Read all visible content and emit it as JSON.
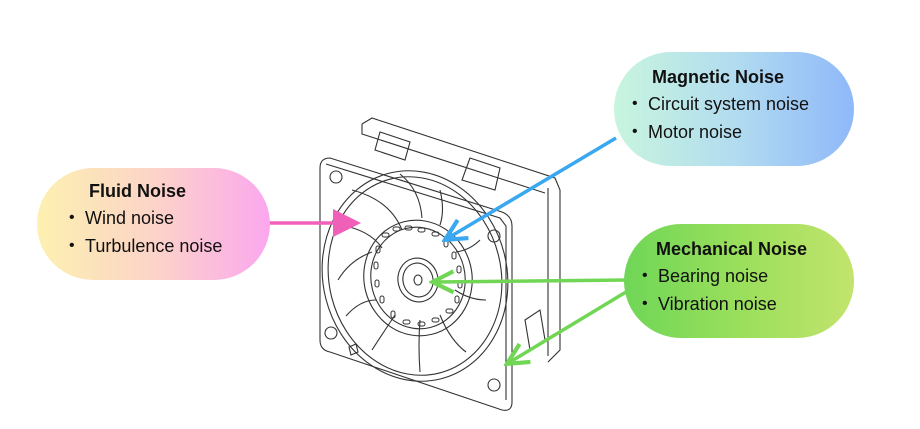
{
  "diagram": {
    "subject": "Cooling fan noise sources",
    "callouts": [
      {
        "id": "fluid",
        "title": "Fluid Noise",
        "items": [
          "Wind noise",
          "Turbulence noise"
        ],
        "arrow_color": "#f060b8",
        "points_to": "fan blades"
      },
      {
        "id": "magnetic",
        "title": "Magnetic Noise",
        "items": [
          "Circuit system noise",
          "Motor noise"
        ],
        "arrow_color": "#3aa8f0",
        "points_to": "motor hub"
      },
      {
        "id": "mechanical",
        "title": "Mechanical Noise",
        "items": [
          "Bearing noise",
          "Vibration noise"
        ],
        "arrow_color": "#72d655",
        "points_to": "bearing center and frame corner"
      }
    ]
  }
}
